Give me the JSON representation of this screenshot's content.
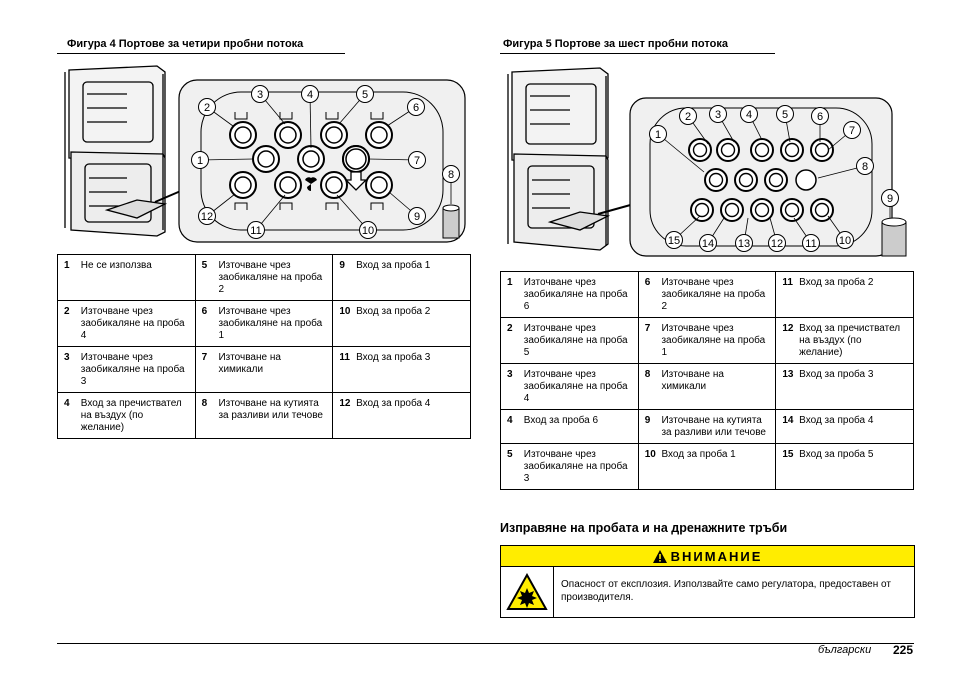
{
  "figure4": {
    "title": "Фигура 4  Портове за четири пробни потока",
    "callouts": [
      "1",
      "2",
      "3",
      "4",
      "5",
      "6",
      "7",
      "8",
      "9",
      "10",
      "11",
      "12"
    ],
    "legend": [
      [
        {
          "n": "1",
          "t": "Не се използва"
        },
        {
          "n": "5",
          "t": "Източване чрез заобикаляне на проба 2"
        },
        {
          "n": "9",
          "t": "Вход за проба 1"
        }
      ],
      [
        {
          "n": "2",
          "t": "Източване чрез заобикаляне на проба 4"
        },
        {
          "n": "6",
          "t": "Източване чрез заобикаляне на проба 1"
        },
        {
          "n": "10",
          "t": "Вход за проба 2"
        }
      ],
      [
        {
          "n": "3",
          "t": "Източване чрез заобикаляне на проба 3"
        },
        {
          "n": "7",
          "t": "Източване на химикали"
        },
        {
          "n": "11",
          "t": "Вход за проба 3"
        }
      ],
      [
        {
          "n": "4",
          "t": "Вход за пречиствател на въздух (по желание)"
        },
        {
          "n": "8",
          "t": "Източване на кутията за разливи или течове"
        },
        {
          "n": "12",
          "t": "Вход за проба 4"
        }
      ]
    ]
  },
  "figure5": {
    "title": "Фигура 5  Портове за шест пробни потока",
    "callouts": [
      "1",
      "2",
      "3",
      "4",
      "5",
      "6",
      "7",
      "8",
      "9",
      "10",
      "11",
      "12",
      "13",
      "14",
      "15"
    ],
    "legend": [
      [
        {
          "n": "1",
          "t": "Източване чрез заобикаляне на проба 6"
        },
        {
          "n": "6",
          "t": "Източване чрез заобикаляне на проба 2"
        },
        {
          "n": "11",
          "t": "Вход за проба 2"
        }
      ],
      [
        {
          "n": "2",
          "t": "Източване чрез заобикаляне на проба 5"
        },
        {
          "n": "7",
          "t": "Източване чрез заобикаляне на проба 1"
        },
        {
          "n": "12",
          "t": "Вход за пречиствател на въздух (по желание)"
        }
      ],
      [
        {
          "n": "3",
          "t": "Източване чрез заобикаляне на проба 4"
        },
        {
          "n": "8",
          "t": "Източване на химикали"
        },
        {
          "n": "13",
          "t": "Вход за проба 3"
        }
      ],
      [
        {
          "n": "4",
          "t": "Вход за проба 6"
        },
        {
          "n": "9",
          "t": "Източване на кутията за разливи или течове"
        },
        {
          "n": "14",
          "t": "Вход за проба 4"
        }
      ],
      [
        {
          "n": "5",
          "t": "Източване чрез заобикаляне на проба 3"
        },
        {
          "n": "10",
          "t": "Вход за проба 1"
        },
        {
          "n": "15",
          "t": "Вход за проба 5"
        }
      ]
    ]
  },
  "section": {
    "title": "Изправяне на пробата и на дренажните тръби"
  },
  "warning": {
    "heading": "ВНИМАНИЕ",
    "text": "Опасност от експлозия. Използвайте само регулатора, предоставен от производителя.",
    "icon": "explosion-hazard-icon",
    "color": "#ffed00"
  },
  "footer": {
    "language": "български",
    "page": "225"
  }
}
